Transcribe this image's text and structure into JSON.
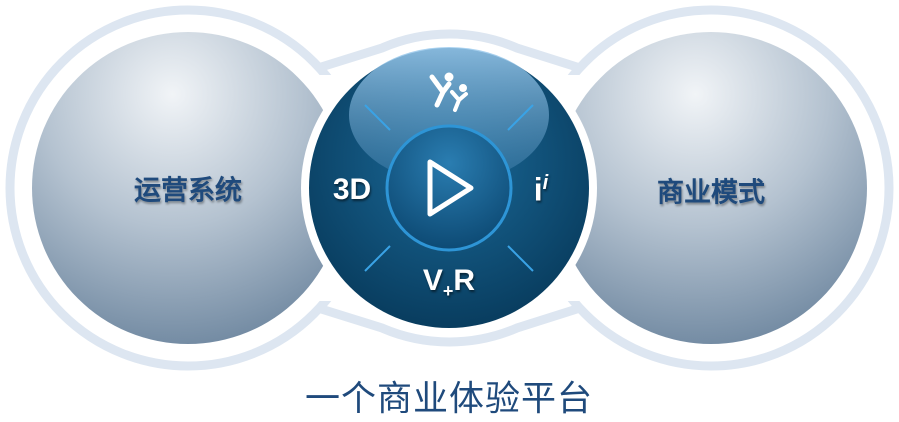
{
  "diagram": {
    "left_circle": {
      "label": "运营系统"
    },
    "right_circle": {
      "label": "商业模式"
    },
    "center_hub": {
      "top_icon": "people-figures-icon",
      "left_label": "3D",
      "right_label": "i",
      "right_label_sup": "i",
      "bottom_label_v": "V",
      "bottom_label_plus": "+",
      "bottom_label_r": "R",
      "center_icon": "play-icon"
    },
    "caption": "一个商业体验平台",
    "colors": {
      "ring": "#dde6f1",
      "label": "#1f4a7c",
      "hub_dark": "#0b3c5d",
      "hub_light": "#8fc0e6"
    }
  }
}
